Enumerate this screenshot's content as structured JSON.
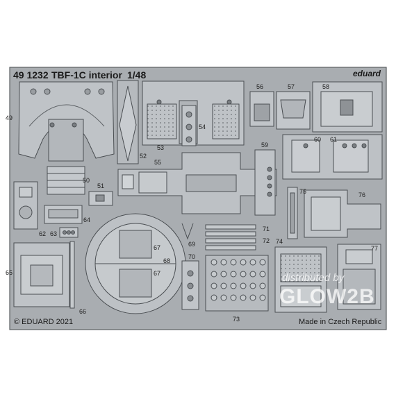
{
  "header": {
    "code": "49 1232",
    "name": "TBF-1C interior",
    "scale": "1/48",
    "brand": "eduard"
  },
  "footer": {
    "copyright": "© EDUARD 2021",
    "origin": "Made in Czech Republic"
  },
  "watermark": {
    "line1": "distributed by",
    "line2": "GLOW2B"
  },
  "part_labels": {
    "p49": "49",
    "p50": "50",
    "p51": "51",
    "p52": "52",
    "p53": "53",
    "p54": "54",
    "p55": "55",
    "p56": "56",
    "p57": "57",
    "p58": "58",
    "p59": "59",
    "p60": "60",
    "p61": "61",
    "p62": "62",
    "p63": "63",
    "p64": "64",
    "p65": "65",
    "p66": "66",
    "p67a": "67",
    "p67b": "67",
    "p68": "68",
    "p69": "69",
    "p70": "70",
    "p71": "71",
    "p72": "72",
    "p73": "73",
    "p74": "74",
    "p75": "75",
    "p76": "76",
    "p77": "77"
  },
  "colors": {
    "background": "#ffffff",
    "fret": "#a9adb1",
    "part": "#bfc3c7",
    "outline": "#4a4e52"
  }
}
